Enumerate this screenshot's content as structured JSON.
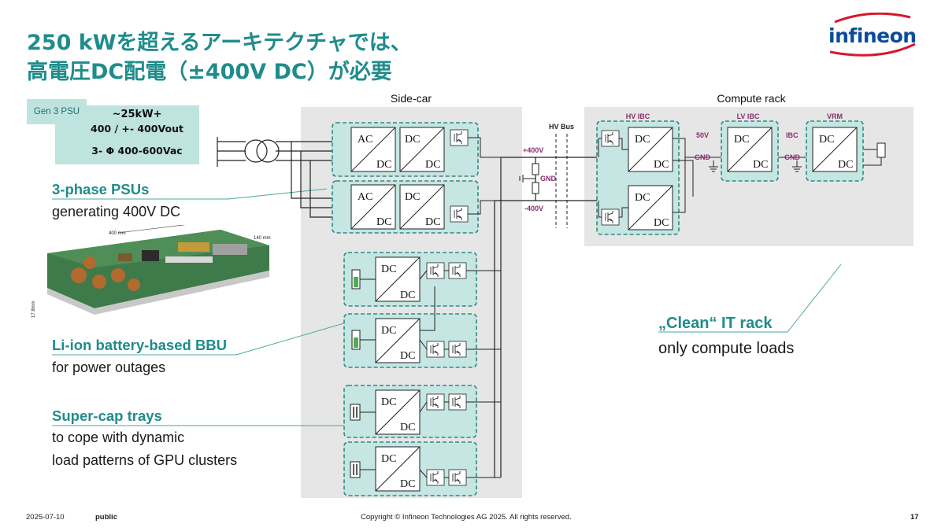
{
  "title": {
    "line1": "250 kWを超えるアーキテクチャでは、",
    "line2": "高電圧DC配電（±400V DC）が必要"
  },
  "logo": {
    "text": "infineon",
    "color": "#0a4b9c",
    "arc_color": "#d7172f"
  },
  "gen3": {
    "label": "Gen 3 PSU"
  },
  "spec": {
    "line1": "~25kW+",
    "line2": "400 / +- 400Vout",
    "line3": "3- Φ 400-600Vac"
  },
  "labels": {
    "psu_head": "3-phase PSUs",
    "psu_sub": "generating 400V DC",
    "bbu_head": "Li-ion battery-based BBU",
    "bbu_sub": "for power outages",
    "cap_head": "Super-cap trays",
    "cap_sub1": "to cope with dynamic",
    "cap_sub2": "load patterns of GPU clusters",
    "clean_head": "„Clean“ IT rack",
    "clean_sub": "only compute loads"
  },
  "pcb": {
    "dim_w": "400 mm",
    "dim_d": "140 mm",
    "dim_h": "17.8mm"
  },
  "diagram": {
    "sidecar": "Side-car",
    "compute": "Compute rack",
    "hvbus": "HV Bus",
    "hvibc": "HV IBC",
    "lvibc": "LV IBC",
    "vrm": "VRM",
    "p400": "+400V",
    "m400": "-400V",
    "gnd": "GND",
    "v50": "50V",
    "ibc": "IBC",
    "ac": "AC",
    "dc": "DC"
  },
  "colors": {
    "teal": "#1f8c8c",
    "panel": "#e6e6e6",
    "box_fill": "#c5e6e2",
    "dash": "#2b8c82"
  },
  "footer": {
    "date": "2025-07-10",
    "class": "public",
    "copyright": "Copyright © Infineon Technologies AG 2025. All rights reserved.",
    "page": "17"
  }
}
